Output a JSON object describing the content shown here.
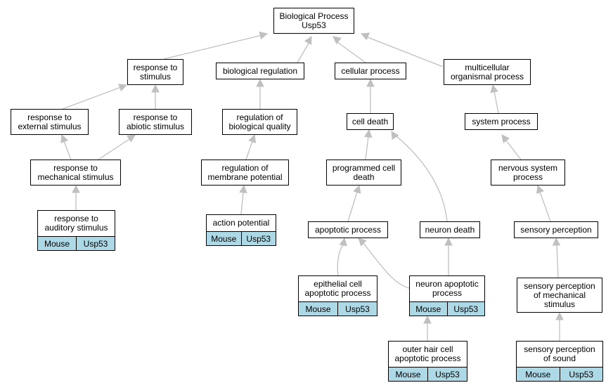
{
  "nodes": {
    "root": {
      "label": "Biological Process\nUsp53"
    },
    "response_to_stimulus": {
      "label": "response to\nstimulus"
    },
    "biological_regulation": {
      "label": "biological regulation"
    },
    "cellular_process": {
      "label": "cellular process"
    },
    "multicellular_organismal_process": {
      "label": "multicellular\norganismal process"
    },
    "response_to_external_stimulus": {
      "label": "response to\nexternal stimulus"
    },
    "response_to_abiotic_stimulus": {
      "label": "response to\nabiotic stimulus"
    },
    "regulation_of_biological_quality": {
      "label": "regulation of\nbiological quality"
    },
    "cell_death": {
      "label": "cell death"
    },
    "system_process": {
      "label": "system process"
    },
    "response_to_mechanical_stimulus": {
      "label": "response to\nmechanical stimulus"
    },
    "regulation_of_membrane_potential": {
      "label": "regulation of\nmembrane potential"
    },
    "programmed_cell_death": {
      "label": "programmed cell\ndeath"
    },
    "nervous_system_process": {
      "label": "nervous system\nprocess"
    },
    "response_to_auditory_stimulus": {
      "label": "response to\nauditory stimulus",
      "organism": "Mouse",
      "gene": "Usp53"
    },
    "action_potential": {
      "label": "action potential",
      "organism": "Mouse",
      "gene": "Usp53"
    },
    "apoptotic_process": {
      "label": "apoptotic process"
    },
    "neuron_death": {
      "label": "neuron death"
    },
    "sensory_perception": {
      "label": "sensory perception"
    },
    "epithelial_cell_apoptotic_process": {
      "label": "epithelial cell\napoptotic process",
      "organism": "Mouse",
      "gene": "Usp53"
    },
    "neuron_apoptotic_process": {
      "label": "neuron apoptotic\nprocess",
      "organism": "Mouse",
      "gene": "Usp53"
    },
    "sensory_perception_of_mechanical_stimulus": {
      "label": "sensory perception\nof mechanical\nstimulus"
    },
    "outer_hair_cell_apoptotic_process": {
      "label": "outer hair cell\napoptotic process",
      "organism": "Mouse",
      "gene": "Usp53"
    },
    "sensory_perception_of_sound": {
      "label": "sensory perception\nof sound",
      "organism": "Mouse",
      "gene": "Usp53"
    }
  },
  "colors": {
    "edge": "#c0c0c0",
    "annotation_fill": "#add8e6",
    "border": "#000000"
  }
}
